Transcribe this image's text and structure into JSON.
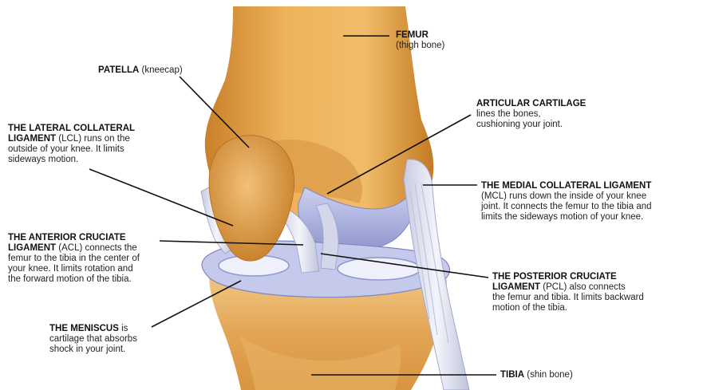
{
  "labels": {
    "femur": {
      "title": "FEMUR",
      "text": "(thigh bone)"
    },
    "patella": {
      "title": "PATELLA",
      "text": "(kneecap)"
    },
    "articular_cartilage": {
      "title": "ARTICULAR CARTILAGE",
      "line1": "lines the bones,",
      "line2": "cushioning your joint."
    },
    "lcl": {
      "title1": "THE LATERAL COLLATERAL",
      "title2": "LIGAMENT",
      "rest1": "(LCL) runs on the",
      "line3": "outside of your knee. It limits",
      "line4": "sideways motion."
    },
    "mcl": {
      "title": "THE MEDIAL COLLATERAL LIGAMENT",
      "line2": "(MCL) runs down the inside of your knee",
      "line3": "joint. It connects the femur to the tibia and",
      "line4": "limits the sideways motion of your knee."
    },
    "acl": {
      "title1": "THE ANTERIOR CRUCIATE",
      "title2": "LIGAMENT",
      "rest1": "(ACL) connects the",
      "line3": "femur to the tibia in the center of",
      "line4": "your knee. It limits rotation and",
      "line5": "the forward motion of the tibia."
    },
    "pcl": {
      "title1": "THE POSTERIOR CRUCIATE",
      "title2": "LIGAMENT",
      "rest1": "(PCL) also connects",
      "line3": "the femur and tibia. It limits backward",
      "line4": "motion of the tibia."
    },
    "meniscus": {
      "title": "THE MENISCUS",
      "rest1": "is",
      "line2": "cartilage that absorbs",
      "line3": "shock in your joint."
    },
    "tibia": {
      "title": "TIBIA",
      "text": "(shin bone)"
    }
  },
  "colors": {
    "bone": "#e8a548",
    "bone_dark": "#c47a22",
    "cartilage": "#b9bde4",
    "ligament": "#dfe1ef",
    "leader": "#111111"
  }
}
